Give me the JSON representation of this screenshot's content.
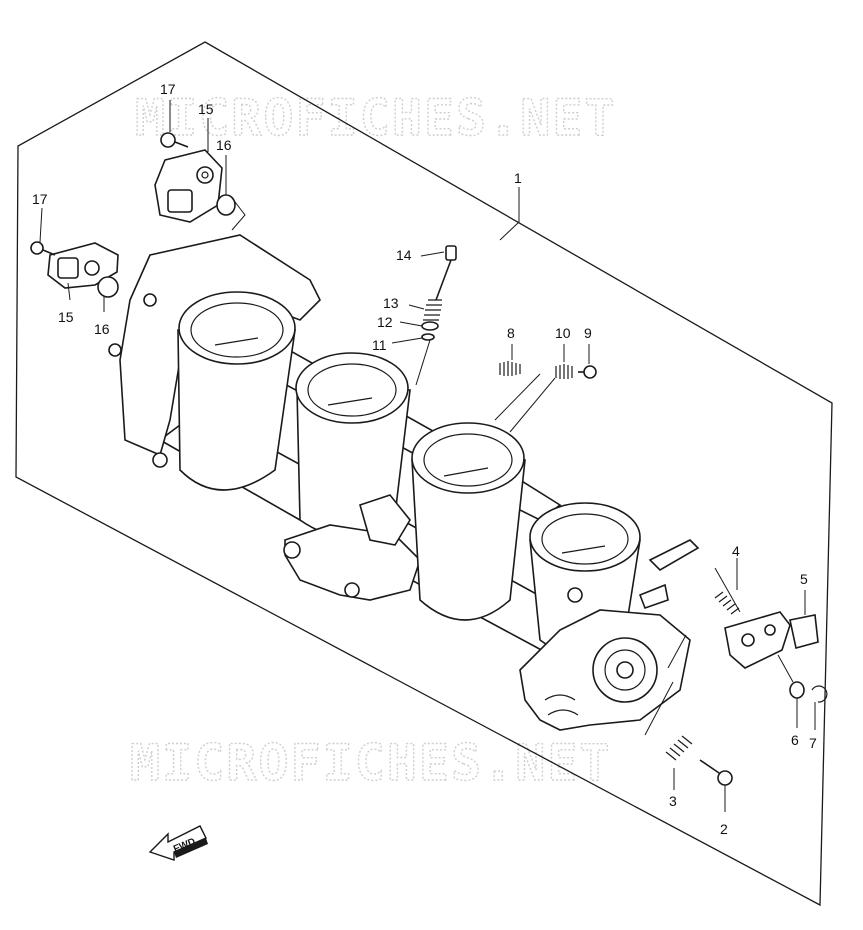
{
  "watermark": {
    "text": "MICROFICHES.NET"
  },
  "fwd_label": "FWD",
  "callouts": [
    {
      "id": "c1",
      "text": "1",
      "name": "callout-1-throttle-body-assembly"
    },
    {
      "id": "c2",
      "text": "2",
      "name": "callout-2-screw"
    },
    {
      "id": "c3",
      "text": "3",
      "name": "callout-3-spring"
    },
    {
      "id": "c4",
      "text": "4",
      "name": "callout-4-spring"
    },
    {
      "id": "c5",
      "text": "5",
      "name": "callout-5-bracket"
    },
    {
      "id": "c6",
      "text": "6",
      "name": "callout-6-washer"
    },
    {
      "id": "c7",
      "text": "7",
      "name": "callout-7-clip"
    },
    {
      "id": "c8",
      "text": "8",
      "name": "callout-8-spring"
    },
    {
      "id": "c9",
      "text": "9",
      "name": "callout-9-screw"
    },
    {
      "id": "c10",
      "text": "10",
      "name": "callout-10-spring"
    },
    {
      "id": "c11",
      "text": "11",
      "name": "callout-11-o-ring"
    },
    {
      "id": "c12",
      "text": "12",
      "name": "callout-12-washer"
    },
    {
      "id": "c13",
      "text": "13",
      "name": "callout-13-spring"
    },
    {
      "id": "c14",
      "text": "14",
      "name": "callout-14-adjust-screw"
    },
    {
      "id": "c15a",
      "text": "15",
      "name": "callout-15-sensor-upper"
    },
    {
      "id": "c16a",
      "text": "16",
      "name": "callout-16-o-ring-upper"
    },
    {
      "id": "c17a",
      "text": "17",
      "name": "callout-17-screw-upper"
    },
    {
      "id": "c15b",
      "text": "15",
      "name": "callout-15-sensor-lower"
    },
    {
      "id": "c16b",
      "text": "16",
      "name": "callout-16-o-ring-lower"
    },
    {
      "id": "c17b",
      "text": "17",
      "name": "callout-17-screw-lower"
    }
  ]
}
